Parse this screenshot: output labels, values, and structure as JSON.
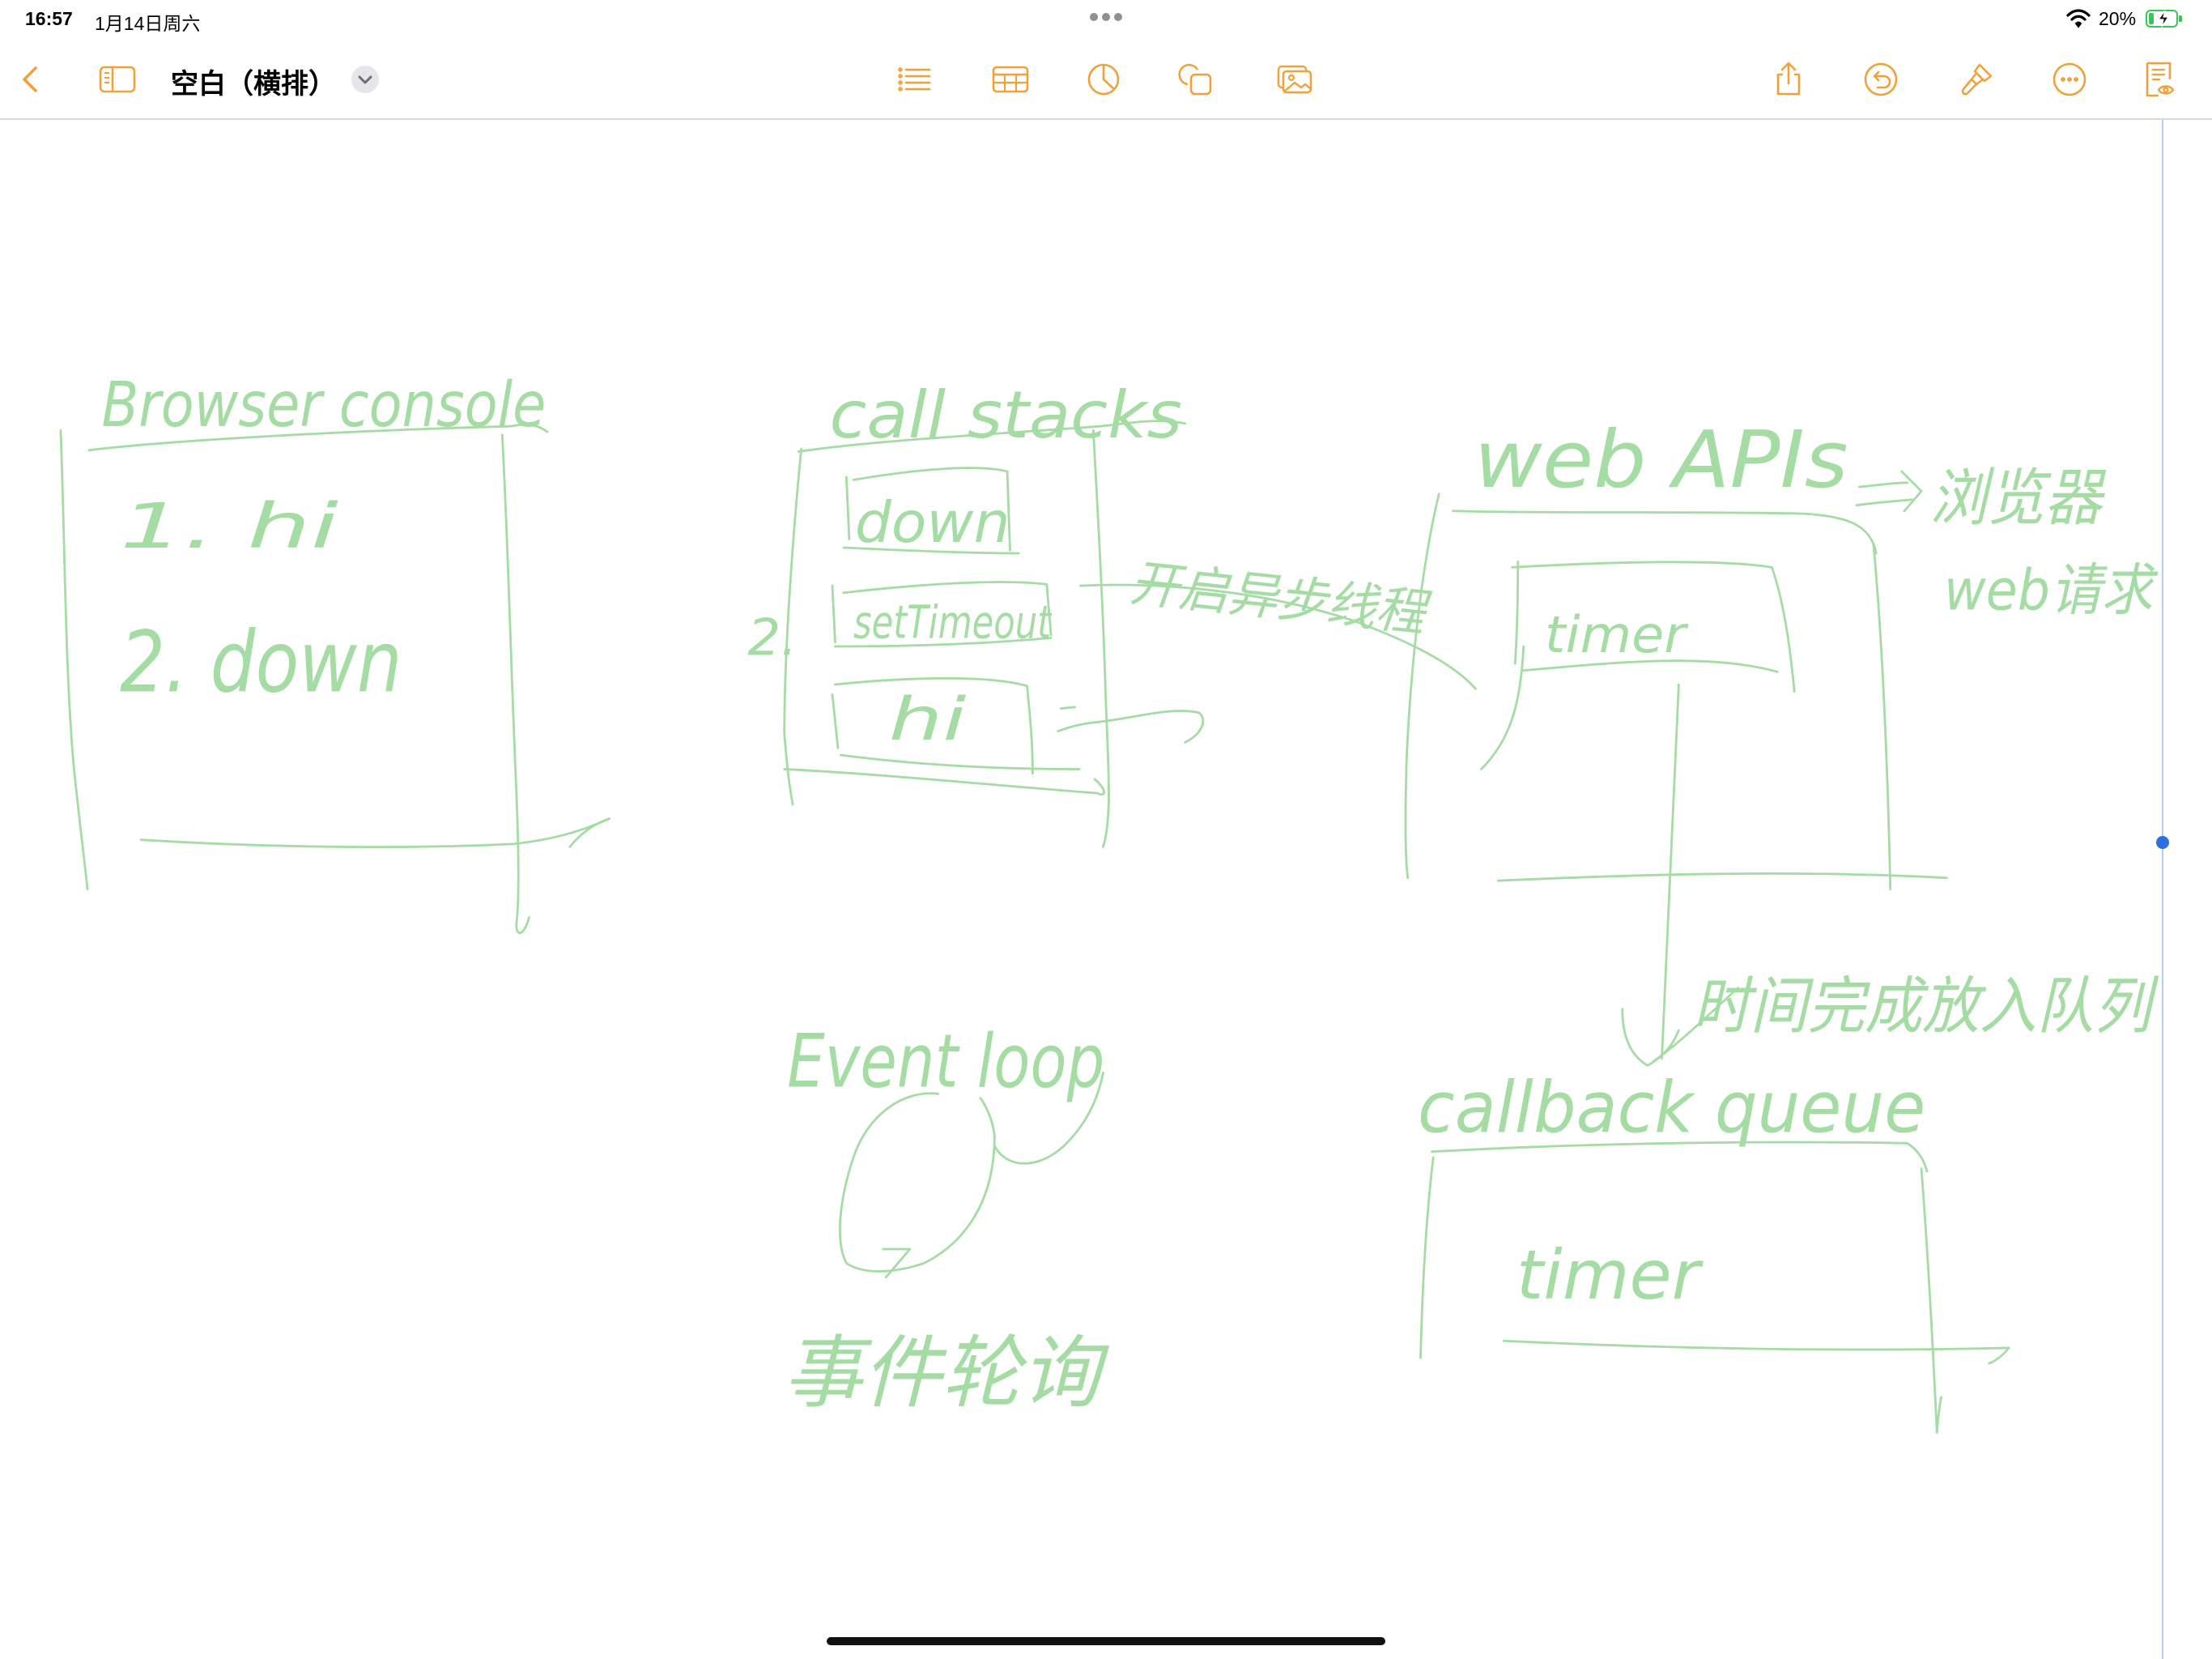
{
  "status_bar": {
    "time": "16:57",
    "date": "1月14日周六",
    "battery": "20%",
    "battery_level": 0.2,
    "charging": true,
    "icons": [
      "multitask-dots-icon",
      "wifi-icon",
      "battery-charging-icon"
    ]
  },
  "toolbar": {
    "title": "空白（横排）",
    "left_icons": [
      "chevron-left-icon",
      "sidebar-icon",
      "chevron-down-icon"
    ],
    "center_icons": [
      "list-icon",
      "table-icon",
      "chart-icon",
      "shapes-icon",
      "media-icon"
    ],
    "right_icons": [
      "share-icon",
      "undo-icon",
      "paintbrush-icon",
      "more-icon",
      "document-view-icon"
    ]
  },
  "canvas": {
    "notes": {
      "browser_console": "Browser console",
      "console_line_1": "1. hi",
      "console_line_2": "2. down",
      "call_stacks": "call stacks",
      "stack_down": "down",
      "stack_step": "2.",
      "stack_settimeout": "setTimeout",
      "stack_hi": "hi",
      "async_thread": "开启异步线程",
      "web_apis": "web APIs",
      "web_apis_note": "浏览器",
      "web_request": "web请求",
      "web_timer": "timer",
      "timer_done": "时间完成放入队列",
      "callback_queue": "callback queue",
      "queue_timer": "timer",
      "event_loop": "Event loop",
      "event_loop_cn": "事件轮询"
    }
  },
  "colors": {
    "accent": "#f0a13a",
    "ink": "#a4dca4",
    "cursor": "#2f6ee0",
    "battery": "#34c759"
  }
}
